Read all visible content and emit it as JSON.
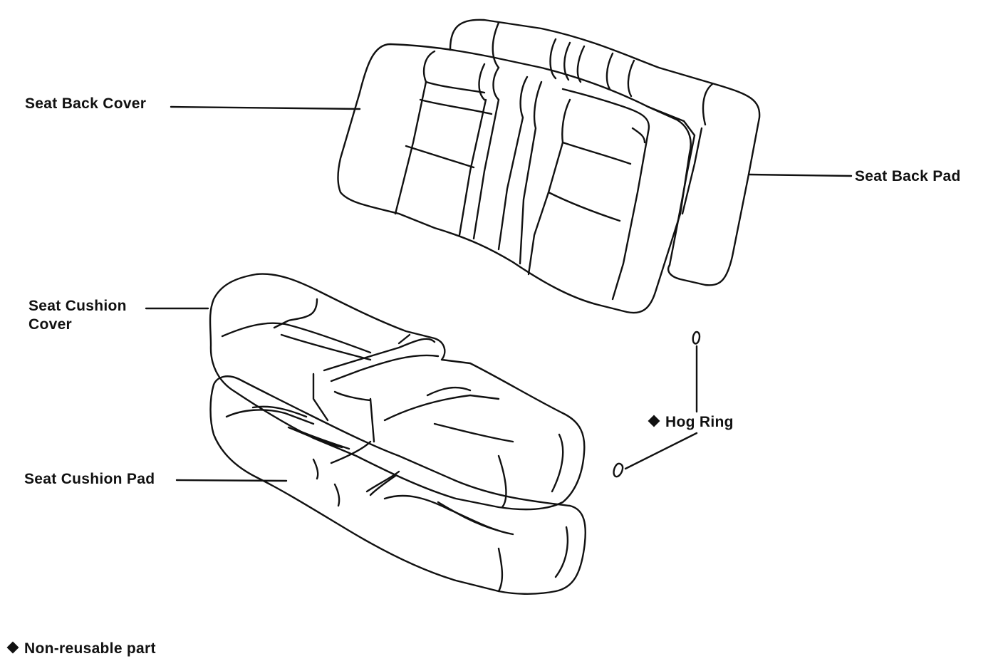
{
  "labels": {
    "seat_back_cover": "Seat Back Cover",
    "seat_back_pad": "Seat Back Pad",
    "seat_cushion_cover_line1": "Seat Cushion",
    "seat_cushion_cover_line2": "Cover",
    "seat_cushion_pad": "Seat Cushion Pad",
    "hog_ring": "Hog Ring"
  },
  "legend": {
    "text": "Non-reusable part"
  },
  "colors": {
    "line": "#111111",
    "background": "#ffffff"
  }
}
